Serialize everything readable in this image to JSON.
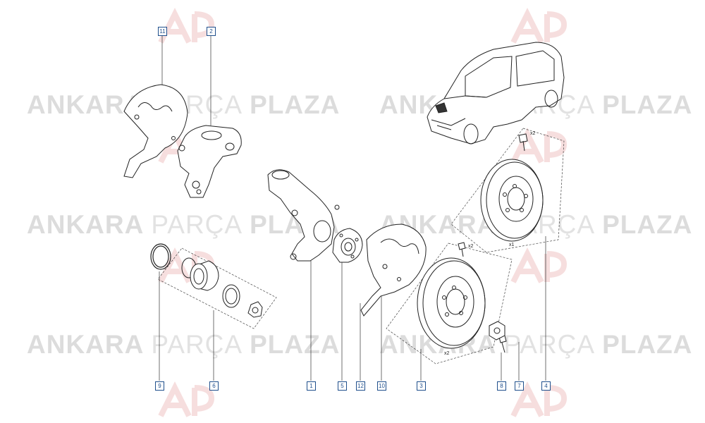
{
  "watermark": {
    "part1": "ANKARA",
    "part2": "PARÇA",
    "part3": "PLAZA"
  },
  "callouts": {
    "c11": "11",
    "c2": "2",
    "c9": "9",
    "c6": "6",
    "c1": "1",
    "c5": "5",
    "c12": "12",
    "c10": "10",
    "c3": "3",
    "c8": "8",
    "c7": "7",
    "c4": "4"
  },
  "quantities": {
    "disc_upper": "x1",
    "disc_lower": "x2",
    "bolt_upper": "x2",
    "bolt_lower": "x2"
  }
}
